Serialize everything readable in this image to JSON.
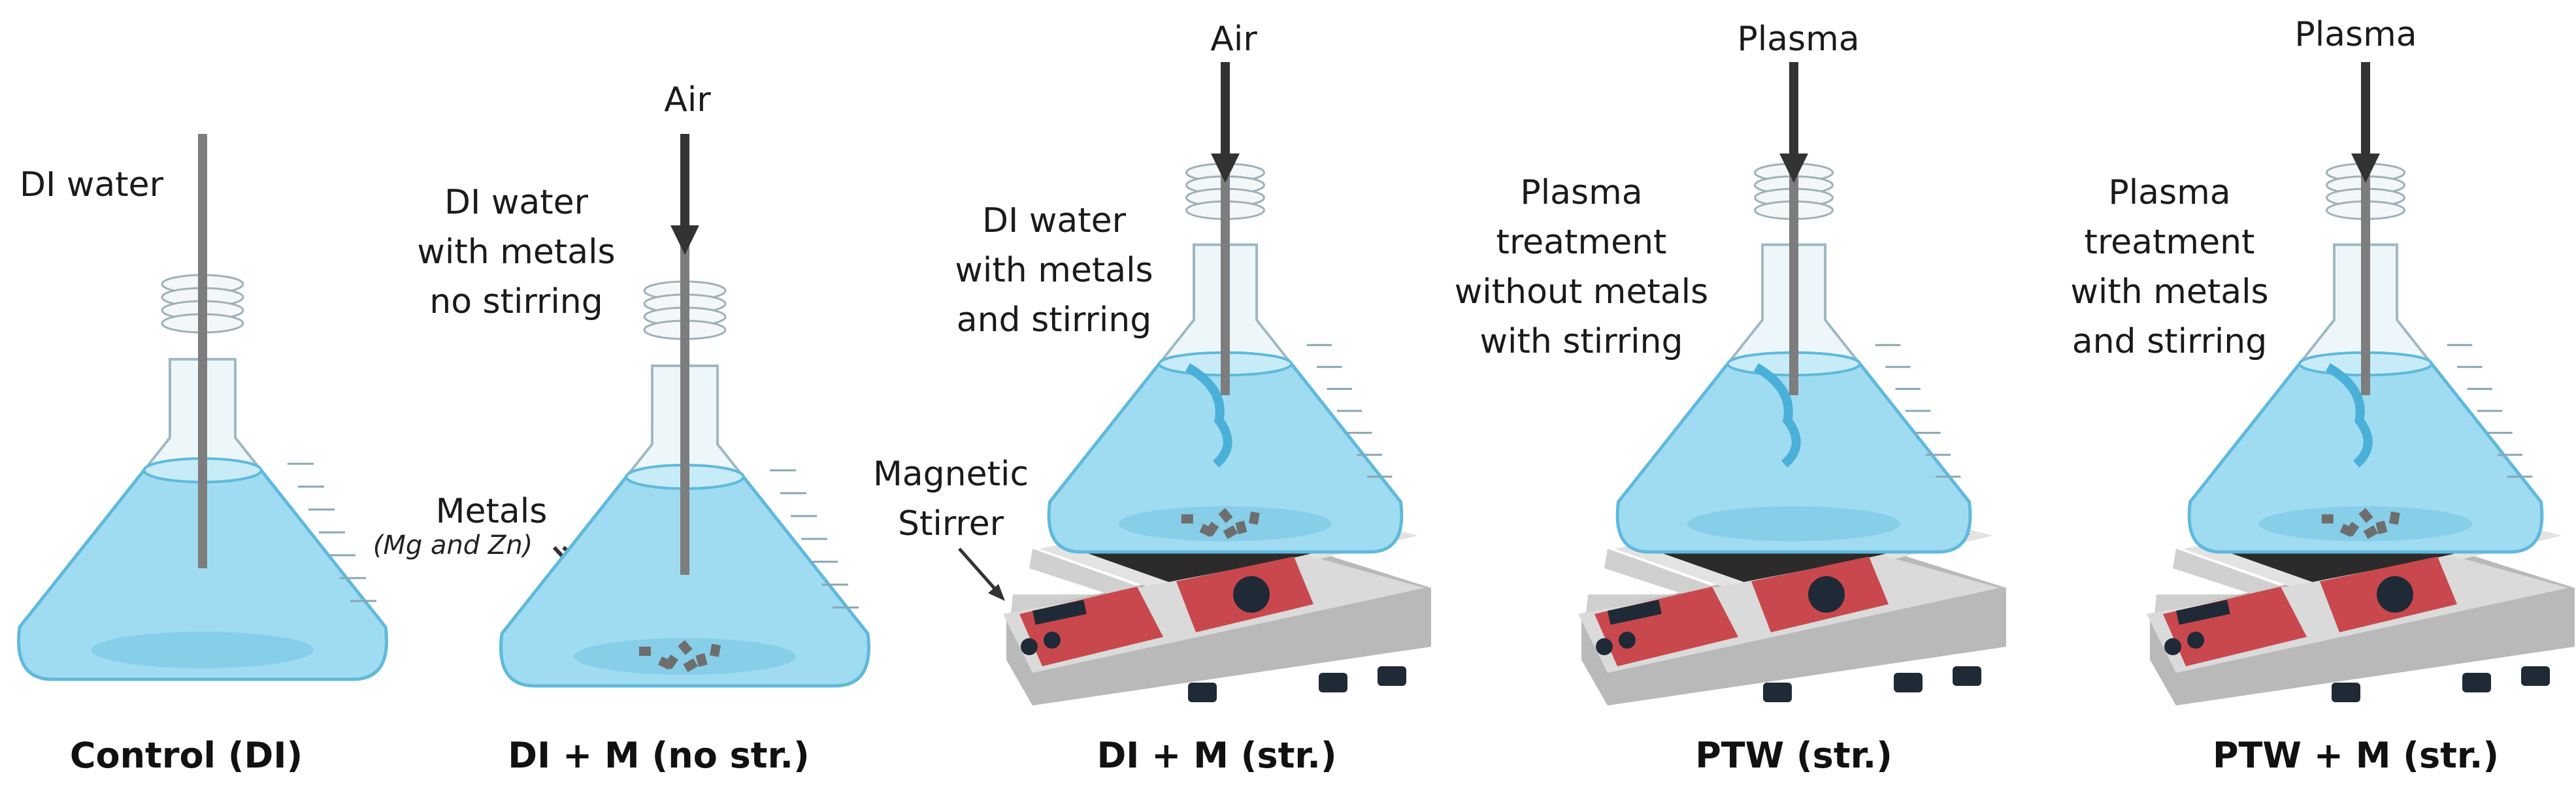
{
  "panels": [
    {
      "caption": "Control (DI)",
      "description": [
        "DI water"
      ],
      "flow": "",
      "stirrer": false,
      "metals": false,
      "vortex": false
    },
    {
      "caption": "DI + M (no str.)",
      "description": [
        "DI water",
        "with metals",
        "no stirring"
      ],
      "flow": "Air",
      "stirrer": false,
      "metals": true,
      "vortex": false,
      "metals_label": "Metals",
      "metals_note": "(Mg and Zn)"
    },
    {
      "caption": "DI + M (str.)",
      "description": [
        "DI water",
        "with metals",
        "and stirring"
      ],
      "flow": "Air",
      "stirrer": true,
      "metals": true,
      "vortex": true,
      "stirrer_label": [
        "Magnetic",
        "Stirrer"
      ]
    },
    {
      "caption": "PTW (str.)",
      "description": [
        "Plasma",
        "treatment",
        "without metals",
        "with stirring"
      ],
      "flow": "Plasma",
      "stirrer": true,
      "metals": false,
      "vortex": true
    },
    {
      "caption": "PTW + M (str.)",
      "description": [
        "Plasma",
        "treatment",
        "with metals",
        "and stirring"
      ],
      "flow": "Plasma",
      "stirrer": true,
      "metals": true,
      "vortex": true
    }
  ],
  "colors": {
    "water": "#9fdcf2",
    "water_edge": "#5fb9dc",
    "glass": "#e6f3f8",
    "tube": "#7d7d7d",
    "arrow": "#333333",
    "stirrer_body": "#d9d9d9",
    "stirrer_panel": "#c9484e",
    "stirrer_top": "#2b2b2b",
    "metal": "#6e6e6e"
  }
}
